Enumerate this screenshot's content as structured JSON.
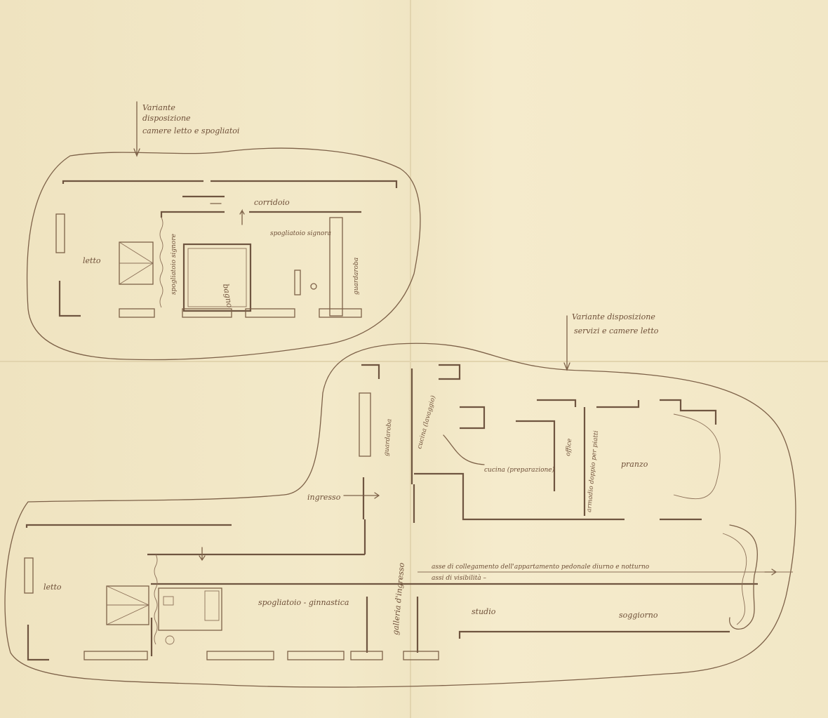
{
  "notes": {
    "top_left_note": [
      "Variante",
      "disposizione",
      "camere letto e spogliatoi"
    ],
    "right_note": [
      "Variante disposizione",
      "servizi e camere letto"
    ],
    "axis_note": [
      "asse di collegamento dell'appartamento pedonale diurno e notturno",
      "assi di visibilità –"
    ]
  },
  "upper_plan": {
    "rooms": [
      "letto",
      "spogliatoio signore",
      "bagno",
      "spogliatoio signora",
      "guardaroba",
      "corridoio"
    ]
  },
  "middle_plan": {
    "rooms": [
      "guardaroba",
      "cucina (lavaggio)",
      "cucina (preparazione)",
      "office",
      "armadio doppio per piatti",
      "pranzo",
      "ingresso"
    ]
  },
  "lower_plan": {
    "rooms": [
      "letto",
      "spogliatoio - ginnastica",
      "galleria d'ingresso",
      "studio",
      "soggiorno"
    ]
  },
  "colors": {
    "paper": "#f2e7c6",
    "ink": "#7d6148"
  }
}
